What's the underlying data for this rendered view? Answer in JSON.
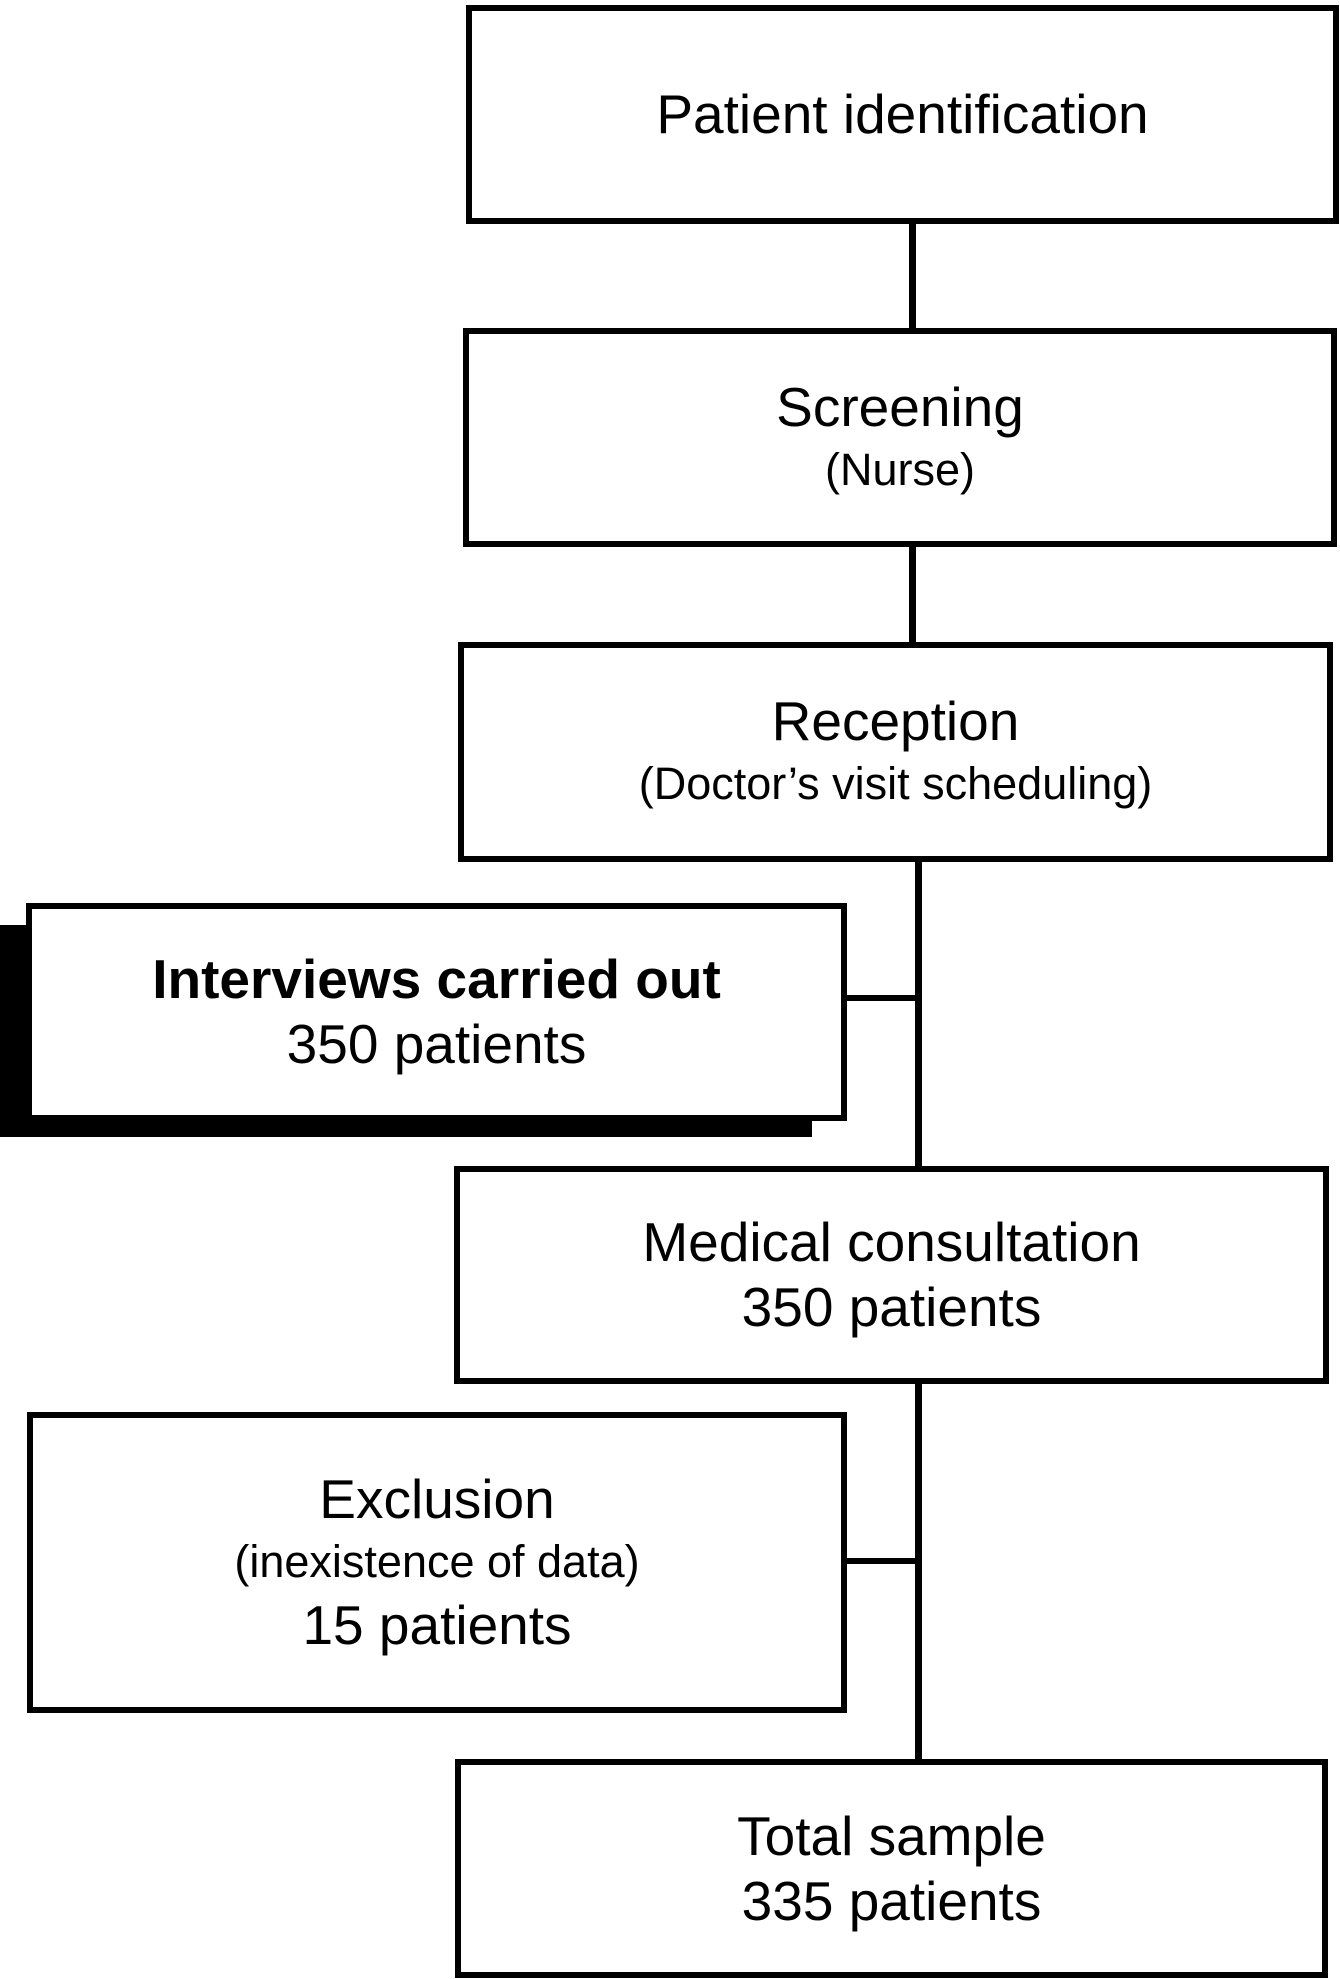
{
  "nodes": {
    "identification": {
      "title": "Patient identification"
    },
    "screening": {
      "title": "Screening",
      "subtitle": "(Nurse)"
    },
    "reception": {
      "title": "Reception",
      "subtitle": "(Doctor’s visit scheduling)"
    },
    "interviews": {
      "title": "Interviews carried out",
      "count": "350 patients"
    },
    "consultation": {
      "title": "Medical consultation",
      "count": "350 patients"
    },
    "exclusion": {
      "title": "Exclusion",
      "subtitle": "(inexistence of data)",
      "count": "15 patients"
    },
    "total": {
      "title": "Total sample",
      "count": "335 patients"
    }
  },
  "style": {
    "stroke_color": "#000000",
    "background": "#ffffff"
  }
}
